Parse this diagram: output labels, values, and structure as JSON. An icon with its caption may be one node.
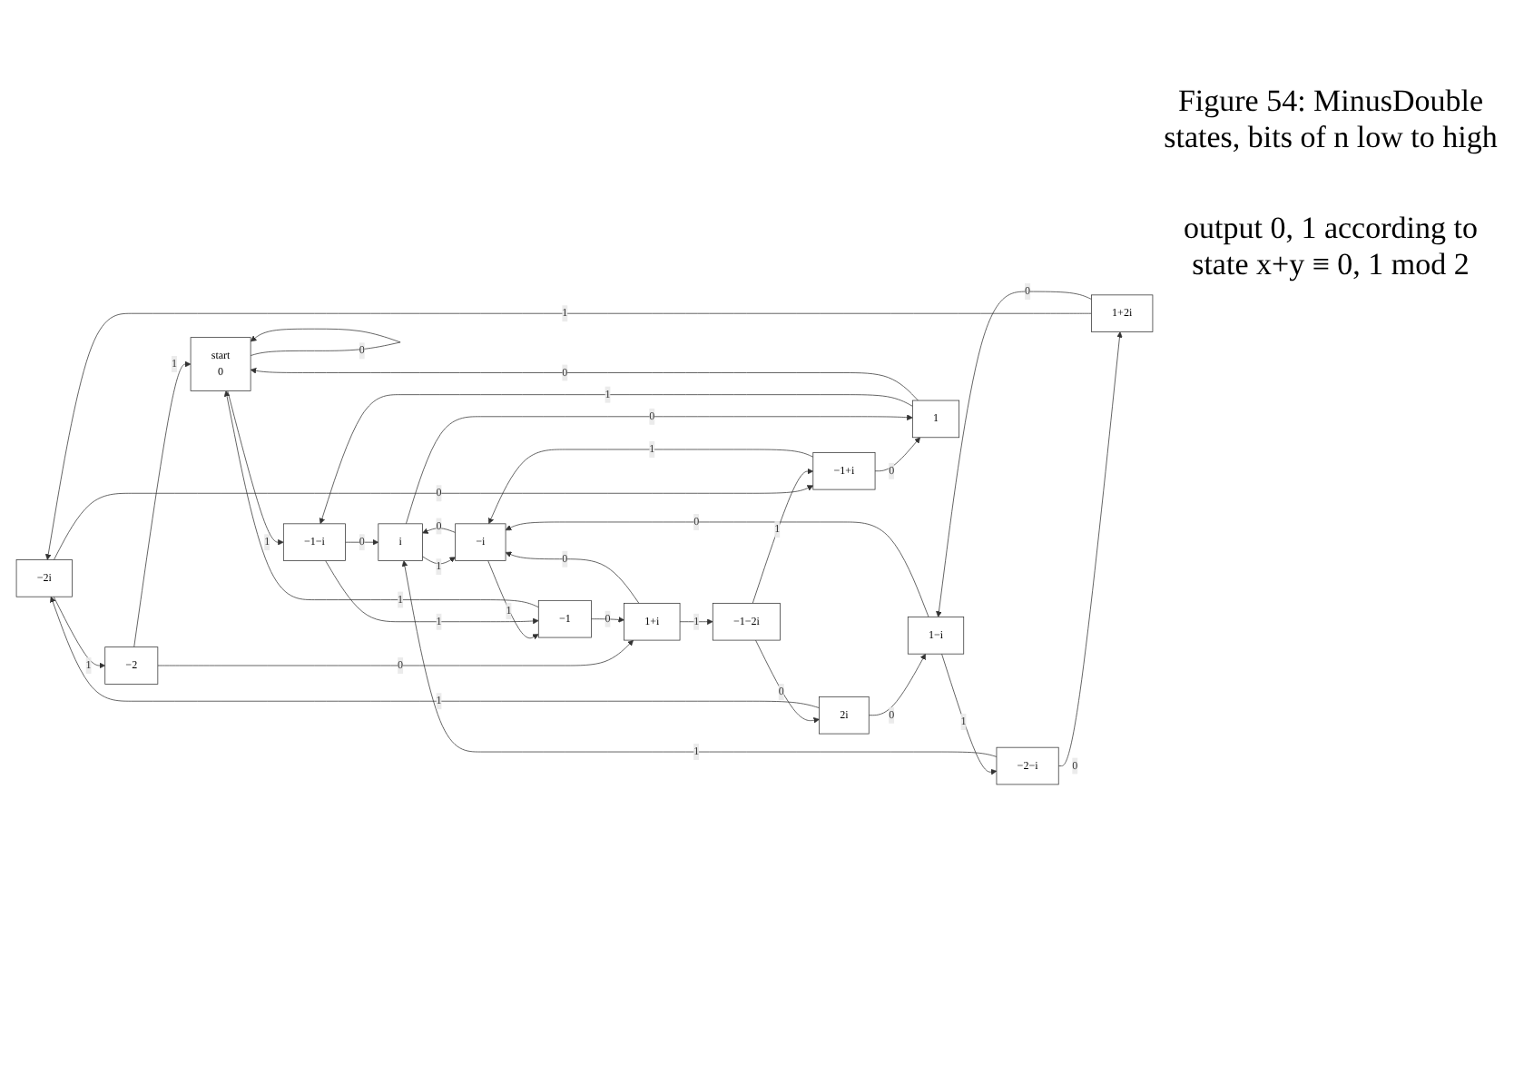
{
  "diagram": {
    "caption": "Figure 54: MinusDouble states, bits of n low to high",
    "nodes": [
      {
        "text": [
          "−2i"
        ]
      },
      {
        "text": [
          "2i"
        ]
      },
      {
        "text": [
          "−2"
        ]
      },
      {
        "text": [
          "1+2i"
        ]
      },
      {
        "text": [
          "−1−2i"
        ]
      },
      {
        "text": [
          "start",
          "0"
        ]
      },
      {
        "text": [
          "−1+i"
        ]
      },
      {
        "text": [
          "1+i"
        ]
      },
      {
        "text": [
          "1−i"
        ]
      },
      {
        "text": [
          "−2−i"
        ]
      },
      {
        "text": [
          "1"
        ]
      },
      {
        "text": [
          "−1"
        ]
      },
      {
        "text": [
          "−i"
        ]
      },
      {
        "text": [
          "i"
        ]
      },
      {
        "text": [
          "−1−i"
        ]
      }
    ],
    "edges": [
      {
        "from": 0,
        "to": 2,
        "arrow": "to",
        "label": "1"
      },
      {
        "from": 0,
        "to": 6,
        "arrow": "to",
        "label": "0"
      },
      {
        "from": 1,
        "to": 0,
        "arrow": "to",
        "label": "1"
      },
      {
        "from": 1,
        "to": 8,
        "arrow": "to",
        "label": "0"
      },
      {
        "from": 2,
        "to": 5,
        "arrow": "to",
        "label": "1"
      },
      {
        "from": 2,
        "to": 7,
        "arrow": "to",
        "label": "0"
      },
      {
        "from": 3,
        "to": 0,
        "arrow": "to",
        "label": "1"
      },
      {
        "from": 3,
        "to": 8,
        "arrow": "to",
        "label": "0"
      },
      {
        "from": 4,
        "to": 1,
        "arrow": "to",
        "label": "0"
      },
      {
        "from": 4,
        "to": 6,
        "arrow": "to",
        "label": "1"
      },
      {
        "from": 5,
        "to": 5,
        "arrow": "to",
        "label": "0"
      },
      {
        "from": 5,
        "to": 14,
        "arrow": "to",
        "label": "1"
      },
      {
        "from": 6,
        "to": 10,
        "arrow": "to",
        "label": "0"
      },
      {
        "from": 6,
        "to": 12,
        "arrow": "to",
        "label": "1"
      },
      {
        "from": 7,
        "to": 4,
        "arrow": "to",
        "label": "1"
      },
      {
        "from": 7,
        "to": 12,
        "arrow": "to",
        "label": "0"
      },
      {
        "from": 8,
        "to": 9,
        "arrow": "to",
        "label": "1"
      },
      {
        "from": 8,
        "to": 12,
        "arrow": "to",
        "label": "0"
      },
      {
        "from": 9,
        "to": 13,
        "arrow": "to",
        "label": "1"
      },
      {
        "from": 9,
        "to": 3,
        "arrow": "to",
        "label": "0"
      },
      {
        "from": 10,
        "to": 14,
        "arrow": "to",
        "label": "1"
      },
      {
        "from": 10,
        "to": 5,
        "arrow": "to",
        "label": "0"
      },
      {
        "from": 11,
        "to": 7,
        "arrow": "to",
        "label": "0"
      },
      {
        "from": 11,
        "to": 5,
        "arrow": "to",
        "label": "1"
      },
      {
        "from": 12,
        "to": 11,
        "arrow": "to",
        "label": "1"
      },
      {
        "from": 12,
        "to": 13,
        "arrow": "to",
        "label": "0"
      },
      {
        "from": 13,
        "to": 12,
        "arrow": "to",
        "label": "1"
      },
      {
        "from": 13,
        "to": 10,
        "arrow": "to",
        "label": "0"
      },
      {
        "from": 14,
        "to": 13,
        "arrow": "to",
        "label": "0"
      },
      {
        "from": 14,
        "to": 11,
        "arrow": "to",
        "label": "1"
      }
    ],
    "labels": [
      "output 0, 1 according to state x+y ≡ 0, 1 mod 2"
    ]
  }
}
